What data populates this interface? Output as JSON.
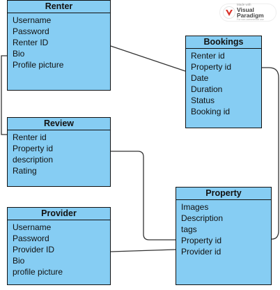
{
  "entities": {
    "renter": {
      "title": "Renter",
      "fields": [
        "Username",
        "Password",
        "Renter ID",
        "Bio",
        "Profile picture"
      ]
    },
    "bookings": {
      "title": "Bookings",
      "fields": [
        "Renter id",
        "Property id",
        "Date",
        "Duration",
        "Status",
        "Booking id"
      ]
    },
    "review": {
      "title": "Review",
      "fields": [
        "Renter id",
        "Property id",
        "description",
        "Rating"
      ]
    },
    "provider": {
      "title": "Provider",
      "fields": [
        "Username",
        "Password",
        "Provider ID",
        "Bio",
        "profile picture"
      ]
    },
    "property": {
      "title": "Property",
      "fields": [
        "Images",
        "Description",
        "tags",
        "Property id",
        "Provider id"
      ]
    }
  },
  "watermark": {
    "line1": "Made with",
    "line2": "Visual Paradigm",
    "line3": "For non-commercial use"
  },
  "colors": {
    "entity_fill": "#86cdf3",
    "border": "#111111",
    "connector": "#333333",
    "logo_red": "#d9342b"
  }
}
